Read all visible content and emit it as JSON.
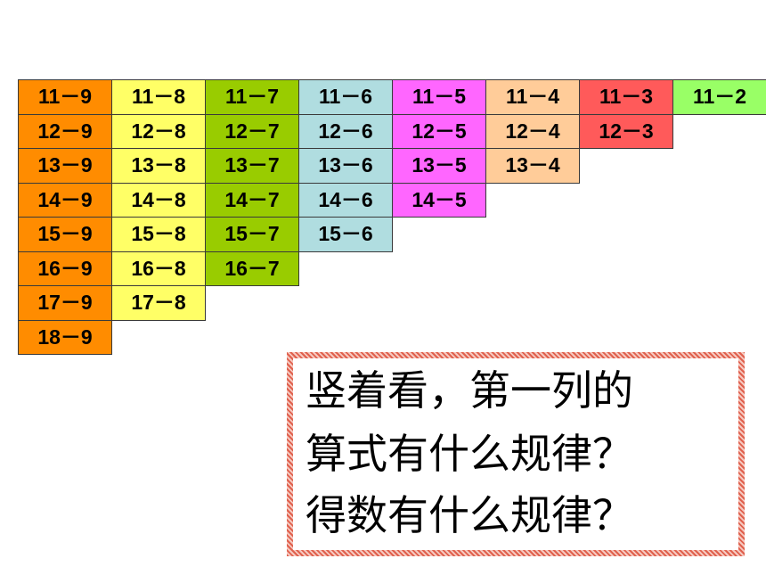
{
  "columns": [
    {
      "color": "#ff8c00",
      "items": [
        "11－9",
        "12－9",
        "13－9",
        "14－9",
        "15－9",
        "16－9",
        "17－9",
        "18－9"
      ]
    },
    {
      "color": "#ffff66",
      "items": [
        "11－8",
        "12－8",
        "13－8",
        "14－8",
        "15－8",
        "16－8",
        "17－8"
      ]
    },
    {
      "color": "#99cc00",
      "items": [
        "11－7",
        "12－7",
        "13－7",
        "14－7",
        "15－7",
        "16－7"
      ]
    },
    {
      "color": "#b0dde0",
      "items": [
        "11－6",
        "12－6",
        "13－6",
        "14－6",
        "15－6"
      ]
    },
    {
      "color": "#ff66ff",
      "items": [
        "11－5",
        "12－5",
        "13－5",
        "14－5"
      ]
    },
    {
      "color": "#ffcc99",
      "items": [
        "11－4",
        "12－4",
        "13－4"
      ]
    },
    {
      "color": "#ff5a5a",
      "items": [
        "11－3",
        "12－3"
      ]
    },
    {
      "color": "#99ff66",
      "items": [
        "11－2"
      ]
    }
  ],
  "question": {
    "lines": [
      "竖着看，第一列的",
      "算式有什么规律？",
      "得数有什么规律？"
    ]
  }
}
